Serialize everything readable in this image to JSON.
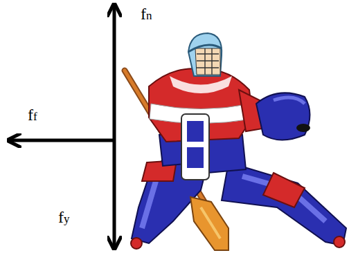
{
  "diagram": {
    "labels": [
      "fn",
      "ff",
      "fy"
    ]
  }
}
